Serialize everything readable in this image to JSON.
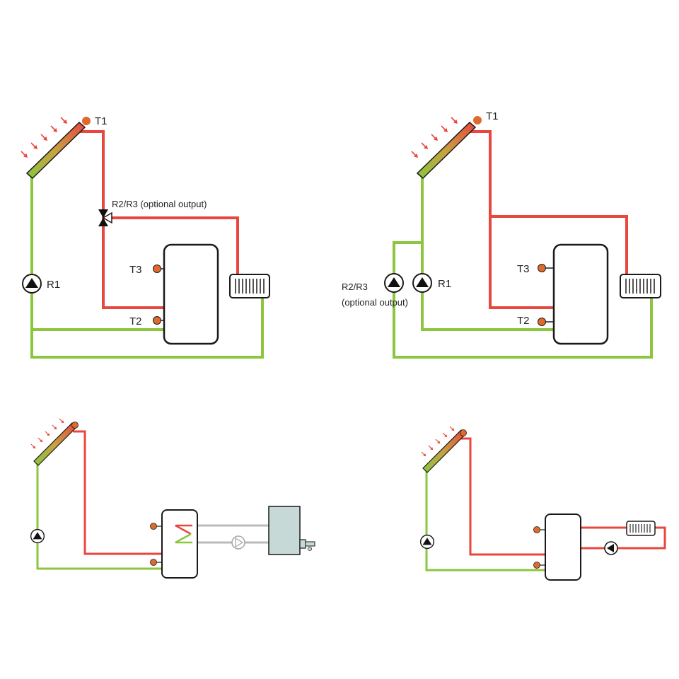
{
  "diagram_1": {
    "sensor_collector": "T1",
    "sensor_top": "T3",
    "sensor_bottom": "T2",
    "pump": "R1",
    "valve_output": "R2/R3 (optional output)"
  },
  "diagram_2": {
    "sensor_collector": "T1",
    "sensor_top": "T3",
    "sensor_bottom": "T2",
    "pump": "R1",
    "optional_pump_line1": "R2/R3",
    "optional_pump_line2": "(optional output)"
  },
  "colors": {
    "hot_pipe": "#e8473e",
    "cold_pipe": "#8cc63f",
    "secondary_pipe": "#bbbbbb",
    "sensor": "#e06a2c",
    "sun_arrow": "#e8473e",
    "outline": "#1a1a1a",
    "boiler_fill": "#c7d9d6"
  }
}
